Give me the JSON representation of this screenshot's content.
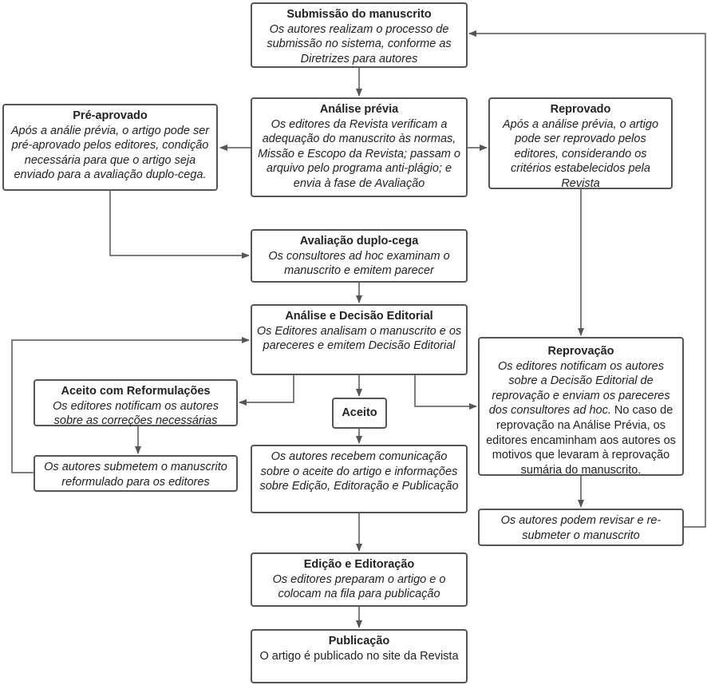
{
  "colors": {
    "border": "#555555",
    "text": "#222222",
    "arrow": "#555555",
    "background": "#ffffff"
  },
  "nodes": {
    "submissao": {
      "title": "Submissão do manuscrito",
      "desc": "Os autores realizam o processo de submissão no sistema, conforme as Diretrizes para autores"
    },
    "analise": {
      "title": "Análise prévia",
      "desc": "Os editores da Revista verificam a adequação do manuscrito às normas, Missão e Escopo da Revista; passam o arquivo pelo programa anti-plágio; e envia à fase de Avaliação"
    },
    "preaprovado": {
      "title": "Pré-aprovado",
      "desc": "Após a análie prévia, o artigo pode ser pré-aprovado pelos editores, condição necessária para que o artigo seja enviado para a avaliação duplo-cega."
    },
    "reprovado": {
      "title": "Reprovado",
      "desc": "Após a análise prévia, o artigo pode ser reprovado pelos editores, considerando os critérios estabelecidos pela Revista"
    },
    "avaliacao": {
      "title": "Avaliação duplo-cega",
      "desc": "Os consultores ad hoc examinam o manuscrito e emitem parecer"
    },
    "decisao": {
      "title": "Análise e Decisão Editorial",
      "desc": "Os Editores analisam o manuscrito e os pareceres e emitem Decisão Editorial"
    },
    "reformulacoes": {
      "title": "Aceito com Reformulações",
      "desc": "Os editores notificam os autores sobre as correções necessárias"
    },
    "aceito": {
      "title": "Aceito"
    },
    "reprovacao": {
      "title": "Reprovação",
      "desc": "Os editores notificam os autores sobre a Decisão Editorial de reprovação e enviam os pareceres dos consultores ad hoc.",
      "note": "No caso de reprovação na Análise Prévia, os editores encaminham aos autores os motivos que levaram à reprovação sumária do manuscrito."
    },
    "submetem": {
      "desc": "Os autores submetem o manuscrito reformulado para os editores"
    },
    "recebem": {
      "desc": "Os autores recebem comunicação sobre o aceite do artigo e informações sobre Edição, Editoração e Publicação"
    },
    "revisar": {
      "desc": "Os autores podem revisar e re-submeter o manuscrito"
    },
    "edicao": {
      "title": "Edição e Editoração",
      "desc": "Os editores preparam o artigo e o colocam na fila para publicação"
    },
    "publicacao": {
      "title": "Publicação",
      "desc": "O artigo é publicado no site da Revista"
    }
  }
}
